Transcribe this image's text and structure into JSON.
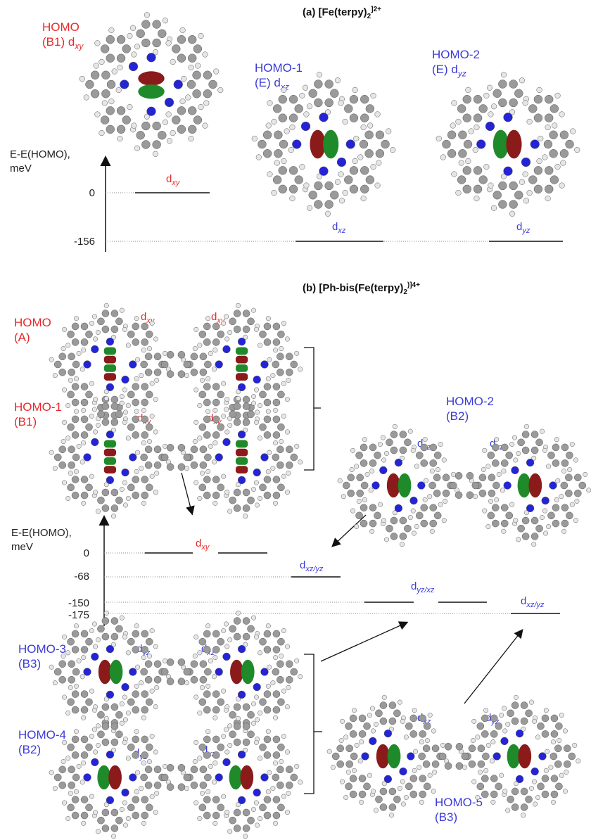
{
  "panel_a": {
    "title_main": "(a) [Fe(terpy)",
    "title_sub": "2",
    "title_sup": "]2+",
    "homo": {
      "name": "HOMO",
      "sym": "(B1)",
      "orb": "d",
      "orb_sub": "xy"
    },
    "homo1": {
      "name": "HOMO-1",
      "sym": "(E)",
      "orb": "d",
      "orb_sub": "xz"
    },
    "homo2": {
      "name": "HOMO-2",
      "sym": "(E)",
      "orb": "d",
      "orb_sub": "yz"
    },
    "axis_label_1": "E-E(HOMO),",
    "axis_label_2": "meV",
    "ticks": [
      "0",
      "-156"
    ],
    "levels": [
      {
        "orb": "d",
        "sub": "xy",
        "energy_meV": 0
      },
      {
        "orb": "d",
        "sub": "xz",
        "energy_meV": -156
      },
      {
        "orb": "d",
        "sub": "yz",
        "energy_meV": -156
      }
    ]
  },
  "panel_b": {
    "title_main": "(b) [Ph-bis(Fe(terpy)",
    "title_sub": "2",
    "title_sup": ")]4+",
    "homo": {
      "name": "HOMO",
      "sym": "(A)"
    },
    "homo1": {
      "name": "HOMO-1",
      "sym": "(B1)"
    },
    "homo2": {
      "name": "HOMO-2",
      "sym": "(B2)"
    },
    "homo3": {
      "name": "HOMO-3",
      "sym": "(B3)"
    },
    "homo4": {
      "name": "HOMO-4",
      "sym": "(B2)"
    },
    "homo5": {
      "name": "HOMO-5",
      "sym": "(B3)"
    },
    "orb_d": "d",
    "sub_xy": "xy",
    "sub_xz": "xz",
    "sub_yz": "yz",
    "sub_xz_yz": "xz/yz",
    "sub_yz_xz": "yz/xz",
    "axis_label_1": "E-E(HOMO),",
    "axis_label_2": "meV",
    "ticks": [
      "0",
      "-68",
      "-150",
      "-175"
    ],
    "levels": [
      {
        "orb": "d",
        "sub": "xy",
        "energy_meV": 0
      },
      {
        "orb": "d",
        "sub": "xz/yz",
        "energy_meV": -68
      },
      {
        "orb": "d",
        "sub": "yz/xz",
        "energy_meV": -150
      },
      {
        "orb": "d",
        "sub": "xz/yz",
        "energy_meV": -175
      }
    ]
  },
  "colors": {
    "occupied_label": "#e8282b",
    "other_label": "#3b3bd9",
    "lobe_red": "#8b1a1a",
    "lobe_green": "#1f8a2a",
    "nitrogen": "#2424d6",
    "carbon": "#9a9a9a",
    "hydrogen": "#e6e6e6"
  }
}
